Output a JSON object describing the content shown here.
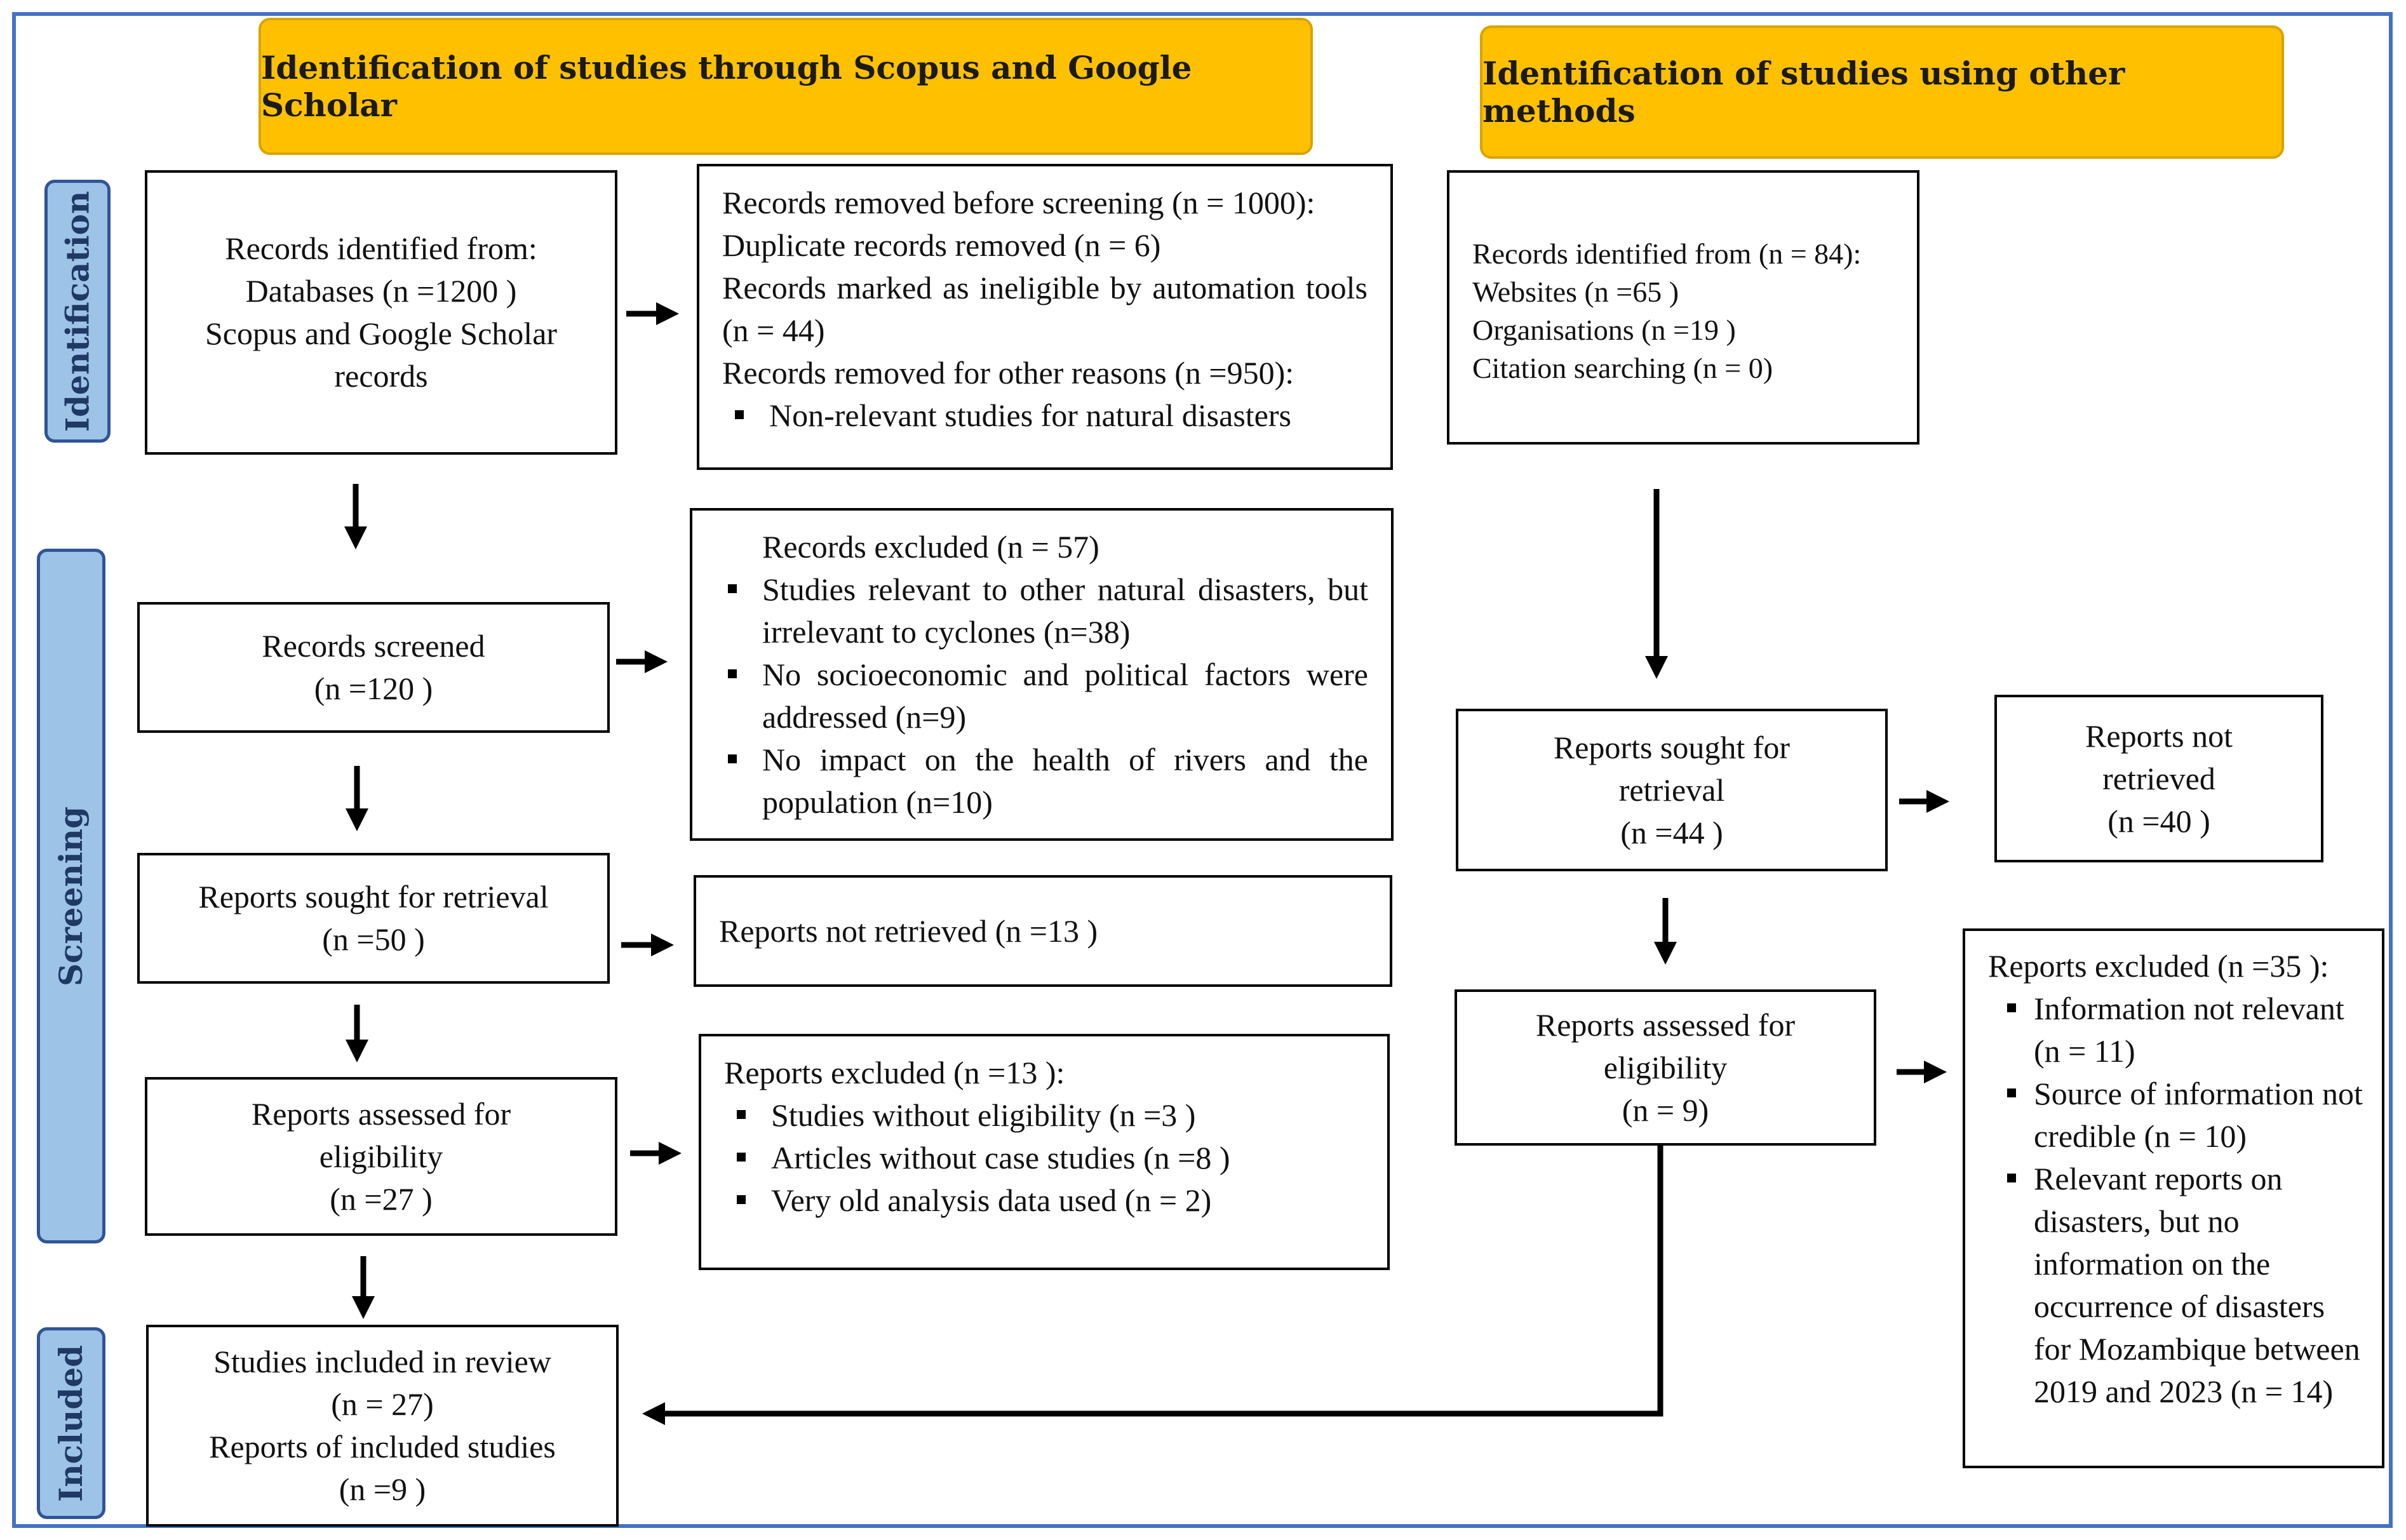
{
  "headers": {
    "left": "Identification of studies through Scopus and Google Scholar",
    "right": "Identification of studies using other methods"
  },
  "stages": {
    "identification": "Identification",
    "screening": "Screening",
    "included": "Included"
  },
  "left": {
    "records_identified": {
      "l1": "Records identified from:",
      "l2": "Databases (n =1200 )",
      "l3": "Scopus and Google Scholar",
      "l4": "records"
    },
    "records_removed": {
      "l1": "Records removed before screening (n = 1000):",
      "l2": "Duplicate records removed  (n = 6)",
      "l3": "Records marked as ineligible by automation tools (n = 44)",
      "l4": "Records removed for other reasons (n =950):",
      "bullets": [
        "Non-relevant studies for natural disasters"
      ]
    },
    "records_screened": {
      "l1": "Records screened",
      "l2": "(n =120 )"
    },
    "records_excluded": {
      "title": "Records excluded (n = 57)",
      "bullets": [
        "Studies relevant to other natural disasters, but irrelevant to cyclones (n=38)",
        "No socioeconomic and political factors were addressed (n=9)",
        "No impact on the health of rivers and the population (n=10)"
      ]
    },
    "reports_sought": {
      "l1": "Reports sought for retrieval",
      "l2": "(n =50 )"
    },
    "reports_not_retrieved": "Reports not retrieved (n =13 )",
    "reports_assessed": {
      "l1": "Reports assessed for",
      "l2": "eligibility",
      "l3": "(n =27 )"
    },
    "reports_excluded": {
      "title": "Reports excluded (n =13 ):",
      "bullets": [
        "Studies without eligibility (n =3 )",
        "Articles without case studies (n =8 )",
        "Very old analysis data used (n = 2)"
      ]
    },
    "included": {
      "l1": "Studies included in review",
      "l2": "(n = 27)",
      "l3": "Reports of included studies",
      "l4": "(n =9 )"
    }
  },
  "right": {
    "records_identified": {
      "l1": "Records identified from (n = 84):",
      "l2": "Websites (n =65 )",
      "l3": "Organisations (n =19 )",
      "l4": "Citation searching (n = 0)"
    },
    "reports_sought": {
      "l1": "Reports sought for",
      "l2": "retrieval",
      "l3": "(n =44 )"
    },
    "reports_not_retrieved": {
      "l1": "Reports not",
      "l2": "retrieved",
      "l3": "(n =40 )"
    },
    "reports_assessed": {
      "l1": "Reports assessed for",
      "l2": "eligibility",
      "l3": "(n = 9)"
    },
    "reports_excluded": {
      "title": "Reports excluded (n =35 ):",
      "bullets": [
        "Information not relevant (n = 11)",
        "Source of information not credible (n = 10)",
        "Relevant reports on disasters, but no information on the occurrence of disasters for Mozambique between 2019 and 2023 (n = 14)"
      ]
    }
  },
  "colors": {
    "header_fill": "#ffc000",
    "stage_fill": "#9dc3e6",
    "frame_border": "#4472c4"
  }
}
